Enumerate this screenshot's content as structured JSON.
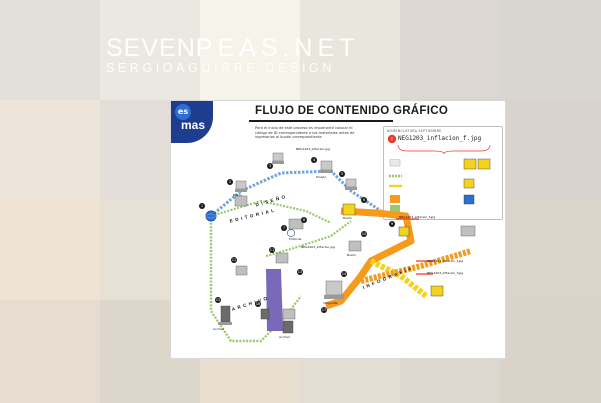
{
  "site": {
    "logo_part1": "SEVEN",
    "logo_part2": "PEAS.NET",
    "tagline": "SERGIOAGUIRRE DESIGN"
  },
  "colors": {
    "accent_blue": "#1f3d8f",
    "accent_orange": "#f59a1b",
    "accent_yellow": "#f4d21e",
    "accent_green": "#9bc86a",
    "path_blue": "#6fa3d8"
  },
  "panel": {
    "brand_small": "es",
    "brand_large": "mas",
    "title": "FLUJO DE CONTENIDO GRÁFICO",
    "intro_text": "Para el inicio de este proceso es importante colocar el código de ID correspondiente a los materiales antes de ingresarlos al buzón correspondiente.",
    "legend": {
      "header": "NOMENCLATURA SEPTIEMBRE",
      "filename": "NEG1203_inflacion_f.jpg"
    },
    "section_labels": {
      "diseno": "DISEÑO",
      "editorial": "EDITORIAL",
      "archivo": "ARCHIVO",
      "infografia": "INFOGRAFÍA"
    },
    "file_labels": [
      "NEG1203_inflacion.jpg",
      "NEG1203_inflacion_f.jpg",
      "NEG1203_inflacion.jpg",
      "NEG1203_inflacion_f.jpg",
      "NEG1203_inflacion_f.jpg"
    ],
    "step_numbers": [
      "1",
      "2",
      "3",
      "4",
      "5",
      "6",
      "7",
      "8",
      "9",
      "10",
      "11",
      "12",
      "13",
      "14",
      "15",
      "16",
      "17"
    ],
    "node_labels": [
      "Buzón",
      "Buzón",
      "Editorial",
      "Diseño",
      "Archivo",
      "Infografía",
      "Buzón",
      "Archivo"
    ]
  }
}
